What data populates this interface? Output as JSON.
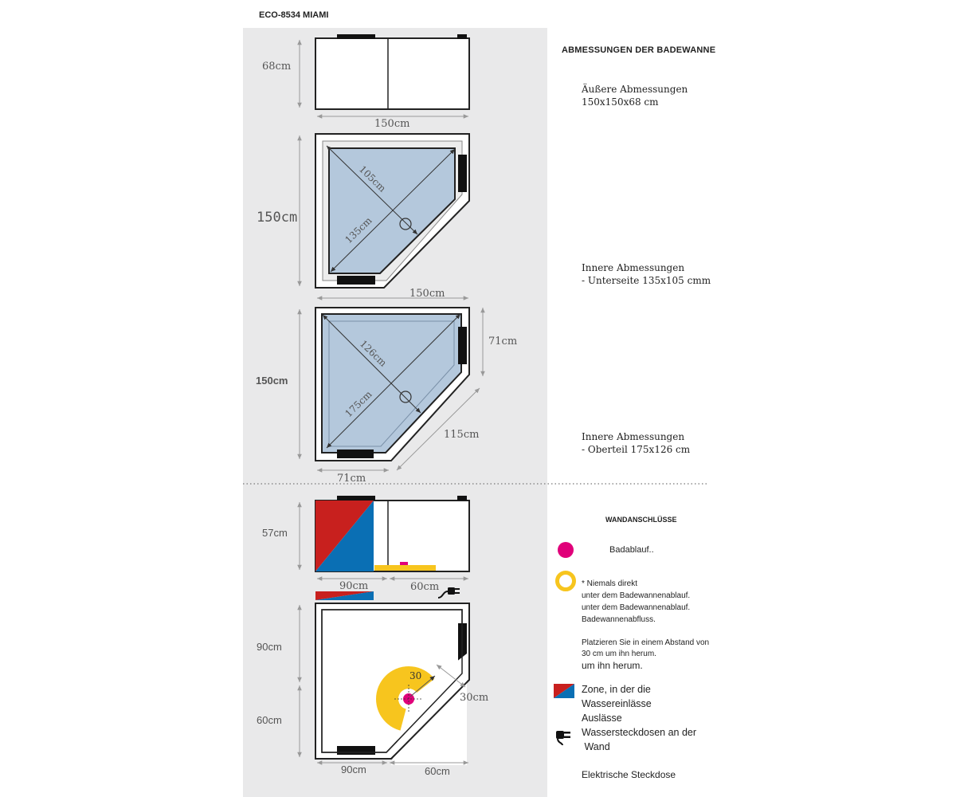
{
  "model_title": "ECO-8534 MIAMI",
  "section_dimensions": {
    "heading": "ABMESSUNGEN DER BADEWANNE",
    "outer_label": "Äußere Abmessungen",
    "outer_value": "150x150x68 cm",
    "inner_bottom_label": "Innere Abmessungen",
    "inner_bottom_value": "- Unterseite 135x105 cmm",
    "inner_top_label": "Innere Abmessungen",
    "inner_top_value": "- Oberteil 175x126 cm"
  },
  "section_connections": {
    "heading": "WANDANSCHLÜSSE",
    "drain_label": "Badablauf..",
    "ring_note_1": "* Niemals direkt",
    "ring_note_2": "unter dem Badewannenablauf.",
    "ring_note_3": "unter dem Badewannenablauf.",
    "ring_note_4": "Badewannenabfluss.",
    "ring_note_5": "Platzieren Sie in einem Abstand von",
    "ring_note_6": "30 cm um ihn herum.",
    "ring_note_7": "um ihn herum.",
    "zone_line_1": "Zone, in der die",
    "zone_line_2": "Wassereinlässe",
    "zone_line_3": "Auslässe",
    "socket_line_1": "Wassersteckdosen an der",
    "socket_line_2": " Wand",
    "electric_label": "Elektrische Steckdose"
  },
  "drawing_labels": {
    "front_height": "68cm",
    "front_width": "150cm",
    "plan1_height": "150cm",
    "plan1_width": "150cm",
    "plan1_diag_a": "105cm",
    "plan1_diag_b": "135cm",
    "plan2_height": "150cm",
    "plan2_width": "71cm",
    "plan2_right": "71cm",
    "plan2_slant": "115cm",
    "plan2_diag_a": "126cm",
    "plan2_diag_b": "175cm",
    "front2_height": "57cm",
    "front2_width_a": "90cm",
    "front2_width_b": "60cm",
    "plan3_height_a": "90cm",
    "plan3_height_b": "60cm",
    "plan3_width_a": "90cm",
    "plan3_width_b": "60cm",
    "plan3_slant": "30cm",
    "plan3_radius": "30"
  },
  "colors": {
    "panel": "#e9e9ea",
    "water": "#b4c8dc",
    "drain_magenta": "#e0007a",
    "ring_yellow": "#f7c51e",
    "zone_red": "#c8201e",
    "zone_blue": "#0a6fb4"
  },
  "icons": [
    "magenta-dot-icon",
    "yellow-ring-icon",
    "red-blue-zone-icon",
    "plug-icon"
  ]
}
